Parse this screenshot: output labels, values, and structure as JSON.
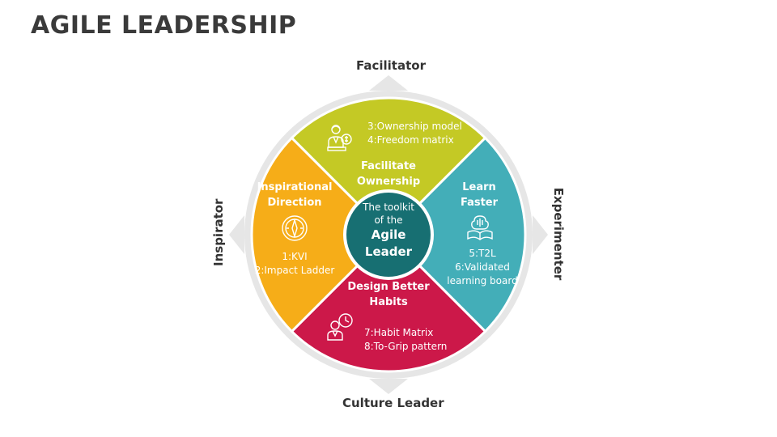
{
  "title": "AGILE LEADERSHIP",
  "colors": {
    "yellow_green": "#c4c925",
    "orange": "#f6ad18",
    "teal": "#43aeb8",
    "crimson": "#cc1849",
    "center": "#176f72",
    "ring": "#e6e6e6"
  },
  "center": {
    "line1": "The toolkit",
    "line2": "of the",
    "line3": "Agile",
    "line4": "Leader"
  },
  "roles": {
    "top": "Facilitator",
    "left": "Inspirator",
    "right": "Experimenter",
    "bottom": "Culture Leader"
  },
  "quadrants": {
    "top": {
      "heading1": "Facilitate",
      "heading2": "Ownership",
      "item1": "3:Ownership model",
      "item2": "4:Freedom matrix",
      "icon": "person-with-money-icon"
    },
    "left": {
      "heading1": "Inspirational",
      "heading2": "Direction",
      "item1": "1:KVI",
      "item2": "2:Impact Ladder",
      "icon": "compass-icon"
    },
    "right": {
      "heading1": "Learn",
      "heading2": "Faster",
      "item1": "5:T2L",
      "item2": "6:Validated",
      "item3": "learning board",
      "icon": "brain-book-icon"
    },
    "bottom": {
      "heading1": "Design Better",
      "heading2": "Habits",
      "item1": "7:Habit Matrix",
      "item2": "8:To-Grip pattern",
      "icon": "person-clock-icon"
    }
  }
}
